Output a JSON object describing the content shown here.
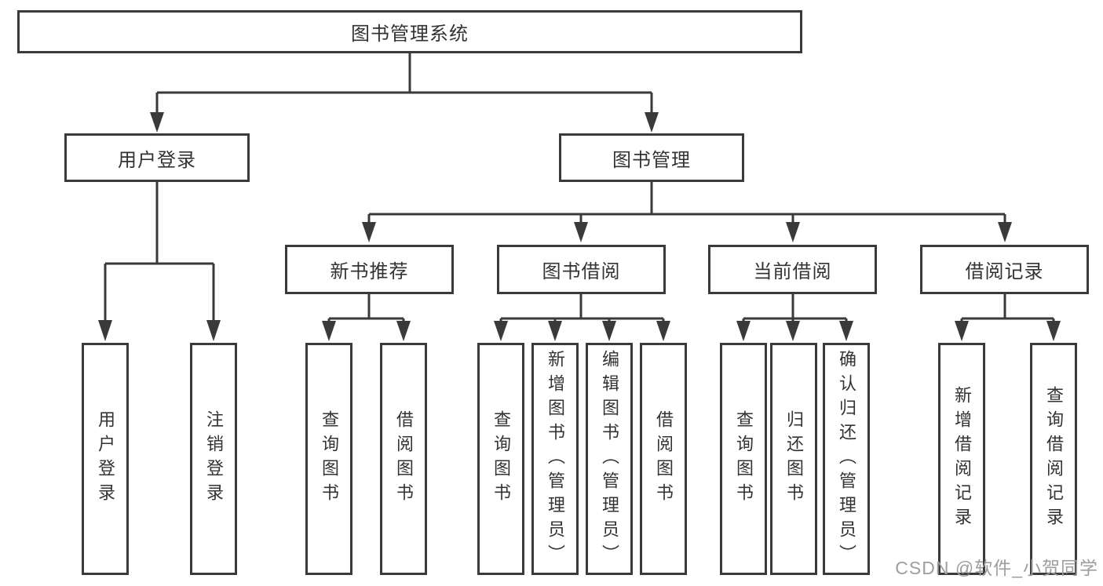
{
  "diagram": {
    "root": {
      "label": "图书管理系统"
    },
    "branches": [
      {
        "label": "用户登录",
        "children": [
          {
            "label": "用户登录"
          },
          {
            "label": "注销登录"
          }
        ]
      },
      {
        "label": "图书管理",
        "children": [
          {
            "label": "新书推荐",
            "children": [
              {
                "label": "查询图书"
              },
              {
                "label": "借阅图书"
              }
            ]
          },
          {
            "label": "图书借阅",
            "children": [
              {
                "label": "查询图书"
              },
              {
                "label": "新增图书（管理员）"
              },
              {
                "label": "编辑图书（管理员）"
              },
              {
                "label": "借阅图书"
              }
            ]
          },
          {
            "label": "当前借阅",
            "children": [
              {
                "label": "查询图书"
              },
              {
                "label": "归还图书"
              },
              {
                "label": "确认归还（管理员）"
              }
            ]
          },
          {
            "label": "借阅记录",
            "children": [
              {
                "label": "新增借阅记录"
              },
              {
                "label": "查询借阅记录"
              }
            ]
          }
        ]
      }
    ]
  },
  "watermark": "CSDN @软件_小贺同学",
  "colors": {
    "line": "#3a3a3a",
    "text": "#333333",
    "watermark": "#9e9e9e",
    "background": "#ffffff"
  }
}
